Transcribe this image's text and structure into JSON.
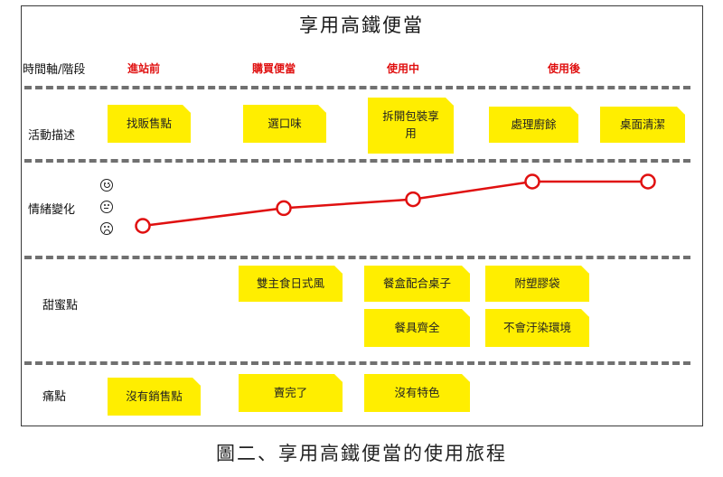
{
  "title": "享用高鐵便當",
  "caption": "圖二、享用高鐵便當的使用旅程",
  "header_label": "時間軸/階段",
  "phases": [
    "進站前",
    "購買便當",
    "使用中",
    "使用後"
  ],
  "rows": {
    "activity": "活動描述",
    "emotion": "情緒變化",
    "gain": "甜蜜點",
    "pain": "痛點"
  },
  "activities": [
    "找販售點",
    "選口味",
    "拆開包裝享用",
    "處理廚餘",
    "桌面清潔"
  ],
  "gain_points": [
    "雙主食日式風",
    "餐盒配合桌子",
    "附塑膠袋",
    "餐具齊全",
    "不會汙染環境"
  ],
  "pain_points": [
    "沒有銷售點",
    "賣完了",
    "沒有特色"
  ],
  "emotion_faces": [
    "smiley-icon",
    "neutral-face-icon",
    "frown-icon"
  ],
  "chart_data": {
    "type": "line",
    "series": [
      {
        "values": [
          1,
          2.2,
          2.8,
          4,
          4
        ]
      }
    ],
    "ylim": [
      0,
      4
    ],
    "categories": [
      "找販售點",
      "選口味",
      "拆開包裝享用",
      "處理廚餘",
      "桌面清潔"
    ]
  },
  "colors": {
    "note": "#ffee00",
    "accent": "#e01010",
    "divider": "#707070"
  }
}
